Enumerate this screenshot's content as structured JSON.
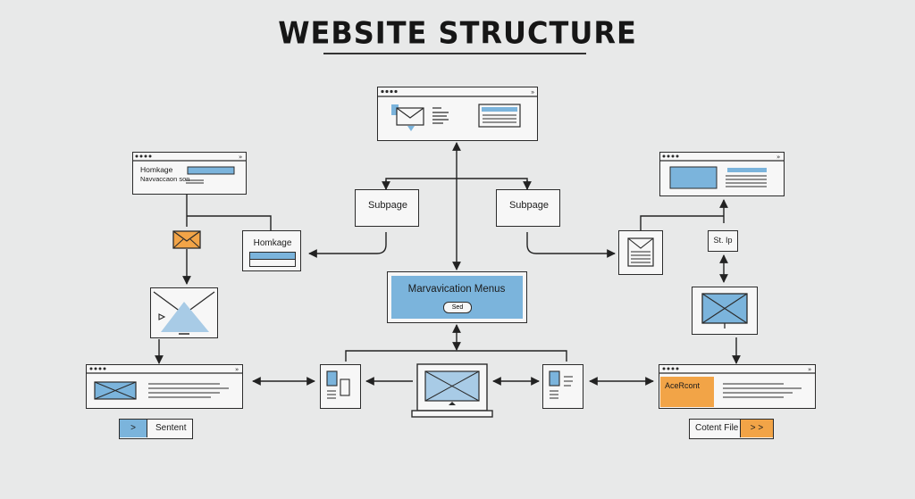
{
  "title": "WEBSITE STRUCTURE",
  "nodes": {
    "homepage_card": {
      "line1": "Homkage",
      "line2": "Navvaccaon son"
    },
    "subpage_left": "Subpage",
    "subpage_right": "Subpage",
    "homepage_box": "Homkage",
    "nav_menu": {
      "label": "Marvavication Menus",
      "button": "Sed"
    },
    "step_box": "St. Ip",
    "sentent_button": {
      "arrow": ">",
      "label": "Sentent"
    },
    "accent_card": "AceRcont",
    "content_file": {
      "label": "Cotent File",
      "arrows": "> >"
    }
  },
  "colors": {
    "accent_blue": "#7bb4dc",
    "accent_orange": "#f2a447",
    "line": "#222222",
    "card_bg": "#f7f7f7",
    "background": "#e8e9e9"
  }
}
